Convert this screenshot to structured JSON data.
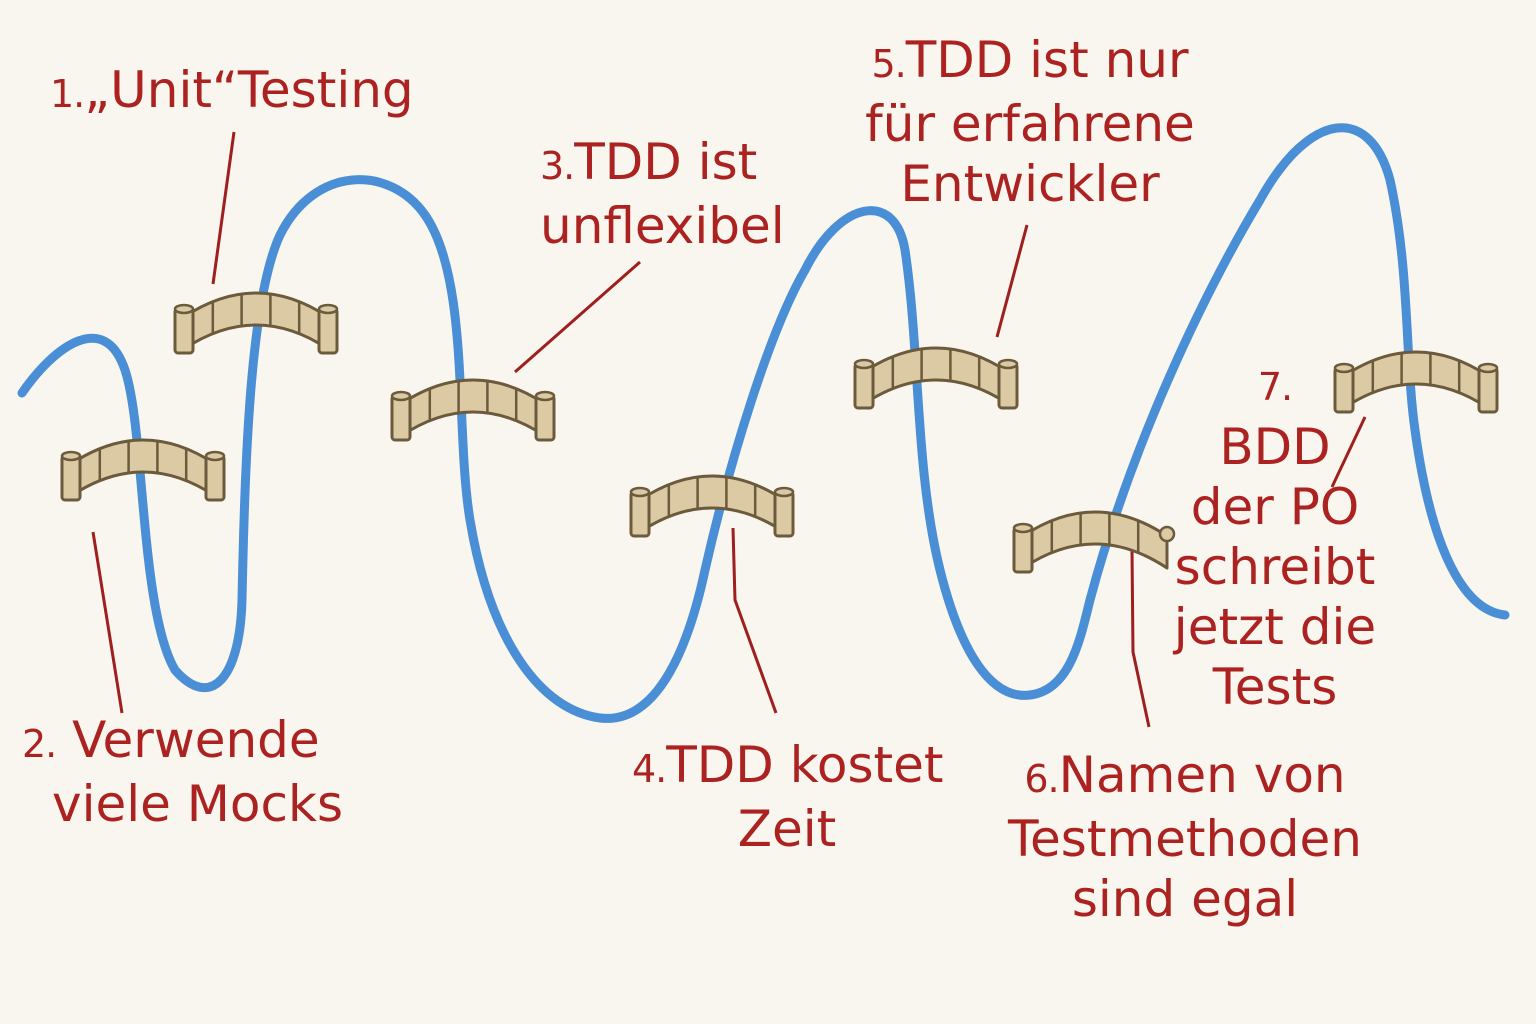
{
  "colors": {
    "background": "#f8f6ef",
    "river": "#4a8fd6",
    "bridge_fill": "#dccaa4",
    "bridge_stroke": "#6b5a3c",
    "label_text": "#ab2220",
    "leader_line": "#9e1f1d"
  },
  "labels": [
    {
      "id": "label-1",
      "number": "1.",
      "lines": [
        "„Unit“Testing"
      ]
    },
    {
      "id": "label-2",
      "number": "2.",
      "lines": [
        "Verwende",
        "viele Mocks"
      ]
    },
    {
      "id": "label-3",
      "number": "3.",
      "lines": [
        "TDD ist",
        "unflexibel"
      ]
    },
    {
      "id": "label-4",
      "number": "4.",
      "lines": [
        "TDD kostet",
        "Zeit"
      ]
    },
    {
      "id": "label-5",
      "number": "5.",
      "lines": [
        "TDD ist nur",
        "für erfahrene",
        "Entwickler"
      ]
    },
    {
      "id": "label-6",
      "number": "6.",
      "lines": [
        "Namen von",
        "Testmethoden",
        "sind egal"
      ]
    },
    {
      "id": "label-7",
      "number": "7.",
      "lines": [
        "BDD",
        "der PO",
        "schreibt",
        "jetzt die",
        "Tests"
      ]
    }
  ]
}
